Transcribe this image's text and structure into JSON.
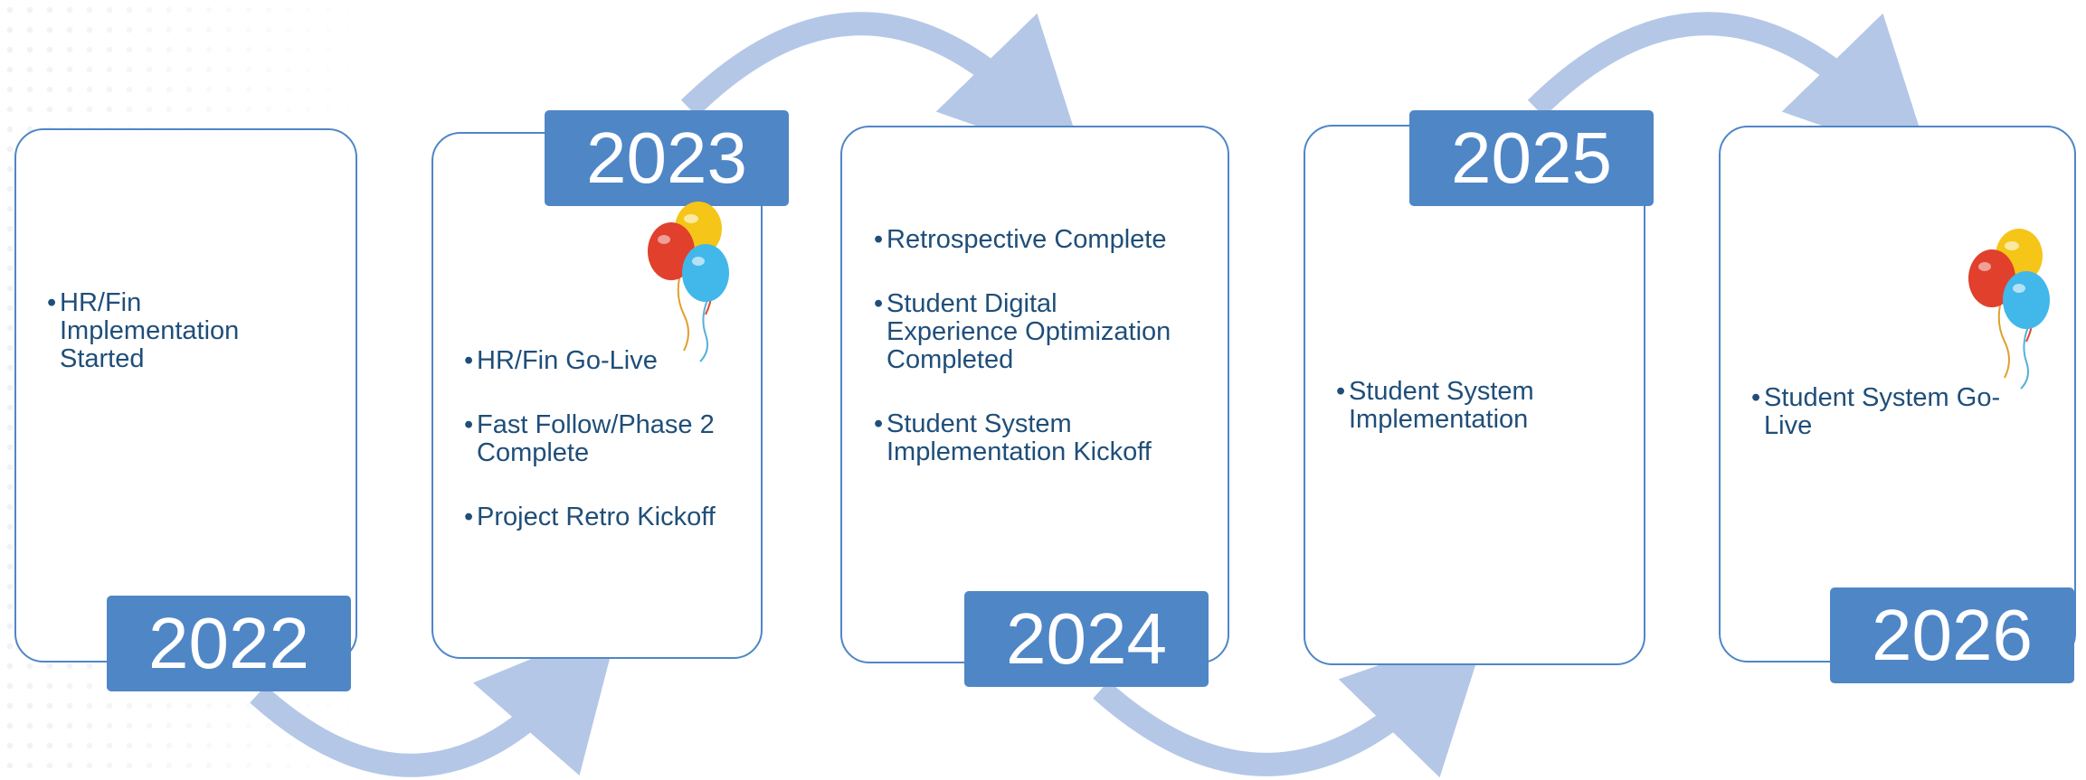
{
  "colors": {
    "accent": "#4f86c6",
    "arrow": "#b4c7e7",
    "text": "#1f4e79"
  },
  "milestones": [
    {
      "year": "2022",
      "items": [
        "HR/Fin Implementation Started"
      ]
    },
    {
      "year": "2023",
      "items": [
        "HR/Fin Go-Live",
        "Fast Follow/Phase 2 Complete",
        "Project Retro Kickoff"
      ]
    },
    {
      "year": "2024",
      "items": [
        "Retrospective Complete",
        "Student Digital Experience Optimization Completed",
        "Student System Implementation Kickoff"
      ]
    },
    {
      "year": "2025",
      "items": [
        "Student System Implementation"
      ]
    },
    {
      "year": "2026",
      "items": [
        "Student System Go-Live"
      ]
    }
  ],
  "decorations": [
    "balloons-icon",
    "balloons-icon"
  ]
}
